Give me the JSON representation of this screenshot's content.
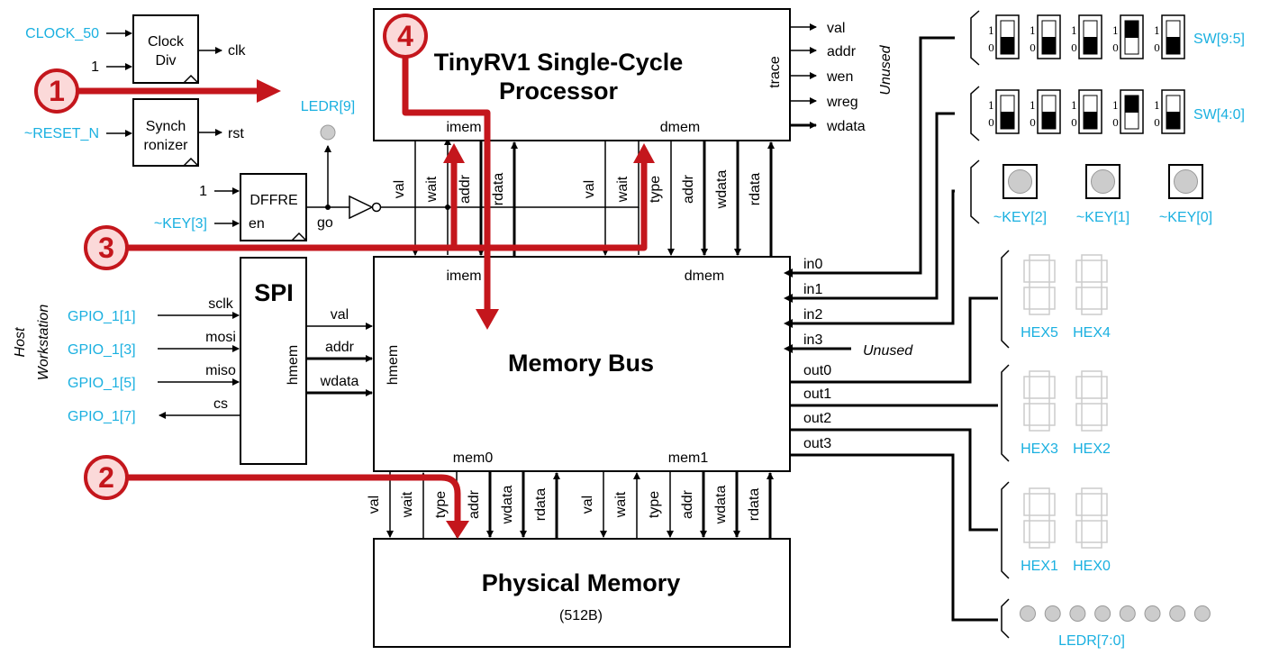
{
  "clockdiv": {
    "title1": "Clock",
    "title2": "Div",
    "in_clk": "CLOCK_50",
    "in_1": "1",
    "out": "clk"
  },
  "sync": {
    "title1": "Synch",
    "title2": "ronizer",
    "in": "~RESET_N",
    "out": "rst"
  },
  "dffre": {
    "title": "DFFRE",
    "in_1": "1",
    "en_label": "en",
    "en_in": "~KEY[3]",
    "out": "go"
  },
  "ledr9": "LEDR[9]",
  "processor": {
    "title1": "TinyRV1 Single-Cycle",
    "title2": "Processor",
    "imem": "imem",
    "dmem": "dmem",
    "trace": "trace",
    "trace_outputs": [
      "val",
      "addr",
      "wen",
      "wreg",
      "wdata"
    ],
    "unused": "Unused",
    "imem_signals": [
      "val",
      "wait",
      "addr",
      "rdata"
    ],
    "dmem_signals": [
      "val",
      "wait",
      "type",
      "addr",
      "wdata",
      "rdata"
    ]
  },
  "spi": {
    "title": "SPI",
    "hmem": "hmem",
    "signals": [
      "sclk",
      "mosi",
      "miso",
      "cs"
    ],
    "outputs": [
      "val",
      "addr",
      "wdata"
    ],
    "gpio": [
      "GPIO_1[1]",
      "GPIO_1[3]",
      "GPIO_1[5]",
      "GPIO_1[7]"
    ],
    "host1": "Host",
    "host2": "Workstation"
  },
  "bus": {
    "title": "Memory Bus",
    "imem": "imem",
    "dmem": "dmem",
    "hmem": "hmem",
    "mem0": "mem0",
    "mem1": "mem1",
    "inputs": [
      "in0",
      "in1",
      "in2",
      "in3"
    ],
    "outputs": [
      "out0",
      "out1",
      "out2",
      "out3"
    ],
    "in3_unused": "Unused",
    "mem0_signals": [
      "val",
      "wait",
      "type",
      "addr",
      "wdata",
      "rdata"
    ],
    "mem1_signals": [
      "val",
      "wait",
      "type",
      "addr",
      "wdata",
      "rdata"
    ]
  },
  "physmem": {
    "title": "Physical Memory",
    "size": "(512B)"
  },
  "switches": {
    "sw95": {
      "label": "SW[9:5]",
      "states": [
        0,
        0,
        0,
        1,
        0
      ]
    },
    "sw40": {
      "label": "SW[4:0]",
      "states": [
        0,
        0,
        0,
        1,
        0
      ]
    },
    "one": "1",
    "zero": "0"
  },
  "keys": [
    "~KEY[2]",
    "~KEY[1]",
    "~KEY[0]"
  ],
  "hex": [
    "HEX5",
    "HEX4",
    "HEX3",
    "HEX2",
    "HEX1",
    "HEX0"
  ],
  "ledr70": "LEDR[7:0]",
  "annotations": [
    "1",
    "2",
    "3",
    "4"
  ],
  "colors": {
    "io_label": "#1ab0e0",
    "annotation": "#c4161c",
    "led": "#cccccc"
  }
}
